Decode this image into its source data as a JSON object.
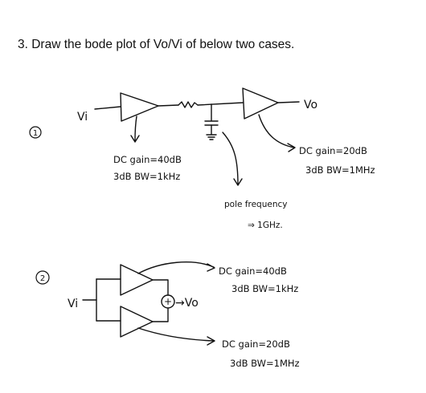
{
  "question": "3. Draw the bode plot of Vo/Vi of below two cases.",
  "case1": {
    "marker": "①",
    "input_label": "Vi",
    "output_label": "Vo",
    "amp1_gain": "DC gain=40dB",
    "amp1_bw": "3dB BW=1kHz",
    "amp2_gain": "DC gain=20dB",
    "amp2_bw": "3dB BW=1MHz",
    "pole_label": "pole frequency",
    "pole_value": "⇒ 1GHz."
  },
  "case2": {
    "marker": "②",
    "input_label": "Vi",
    "output_label": "→Vo",
    "amp1_gain": "DC gain=40dB",
    "amp1_bw": "3dB BW=1kHz",
    "amp2_gain": "DC gain=20dB",
    "amp2_bw": "3dB BW=1MHz",
    "sum_symbol": "+"
  }
}
